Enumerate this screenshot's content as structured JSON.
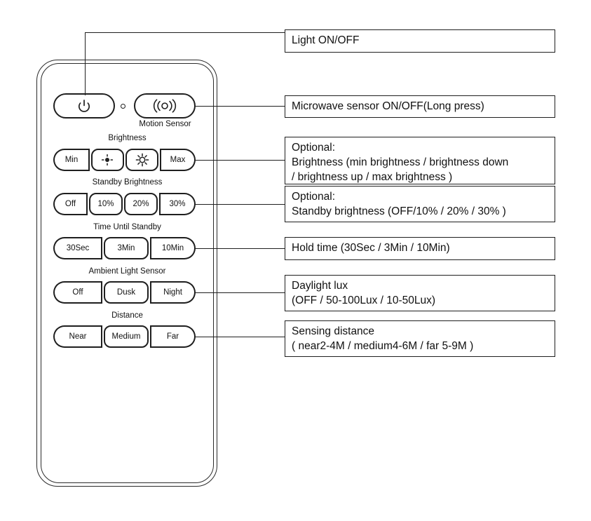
{
  "remote": {
    "top_row": {
      "power_button": {
        "icon": "power-icon",
        "label": ""
      },
      "led_indicator": {
        "icon": "led-indicator-dot"
      },
      "motion_button": {
        "icon": "motion-sensor-icon",
        "label": ""
      },
      "motion_caption": "Motion Sensor"
    },
    "groups": [
      {
        "title": "Brightness",
        "buttons": [
          {
            "label": "Min",
            "icon": ""
          },
          {
            "label": "",
            "icon": "brightness-down-icon"
          },
          {
            "label": "",
            "icon": "brightness-up-icon"
          },
          {
            "label": "Max",
            "icon": ""
          }
        ]
      },
      {
        "title": "Standby Brightness",
        "buttons": [
          {
            "label": "Off",
            "icon": ""
          },
          {
            "label": "10%",
            "icon": ""
          },
          {
            "label": "20%",
            "icon": ""
          },
          {
            "label": "30%",
            "icon": ""
          }
        ]
      },
      {
        "title": "Time Until Standby",
        "buttons": [
          {
            "label": "30Sec",
            "icon": ""
          },
          {
            "label": "3Min",
            "icon": ""
          },
          {
            "label": "10Min",
            "icon": ""
          }
        ]
      },
      {
        "title": "Ambient Light Sensor",
        "buttons": [
          {
            "label": "Off",
            "icon": ""
          },
          {
            "label": "Dusk",
            "icon": ""
          },
          {
            "label": "Night",
            "icon": ""
          }
        ]
      },
      {
        "title": "Distance",
        "buttons": [
          {
            "label": "Near",
            "icon": ""
          },
          {
            "label": "Medium",
            "icon": ""
          },
          {
            "label": "Far",
            "icon": ""
          }
        ]
      }
    ]
  },
  "callouts": [
    {
      "id": "light-on-off",
      "text": "Light ON/OFF"
    },
    {
      "id": "microwave-sensor",
      "text": "Microwave sensor ON/OFF(Long press)"
    },
    {
      "id": "brightness",
      "text": "Optional:\nBrightness (min brightness / brightness down\n/ brightness up / max brightness )"
    },
    {
      "id": "standby-brightness",
      "text": "Optional:\nStandby brightness (OFF/10% / 20% / 30% )"
    },
    {
      "id": "hold-time",
      "text": "Hold time (30Sec / 3Min / 10Min)"
    },
    {
      "id": "daylight-lux",
      "text": "Daylight lux\n(OFF / 50-100Lux / 10-50Lux)"
    },
    {
      "id": "sensing-distance",
      "text": "Sensing distance\n( near2-4M / medium4-6M / far 5-9M )"
    }
  ],
  "colors": {
    "line": "#1f1f1f",
    "background": "#ffffff",
    "text": "#111111"
  }
}
